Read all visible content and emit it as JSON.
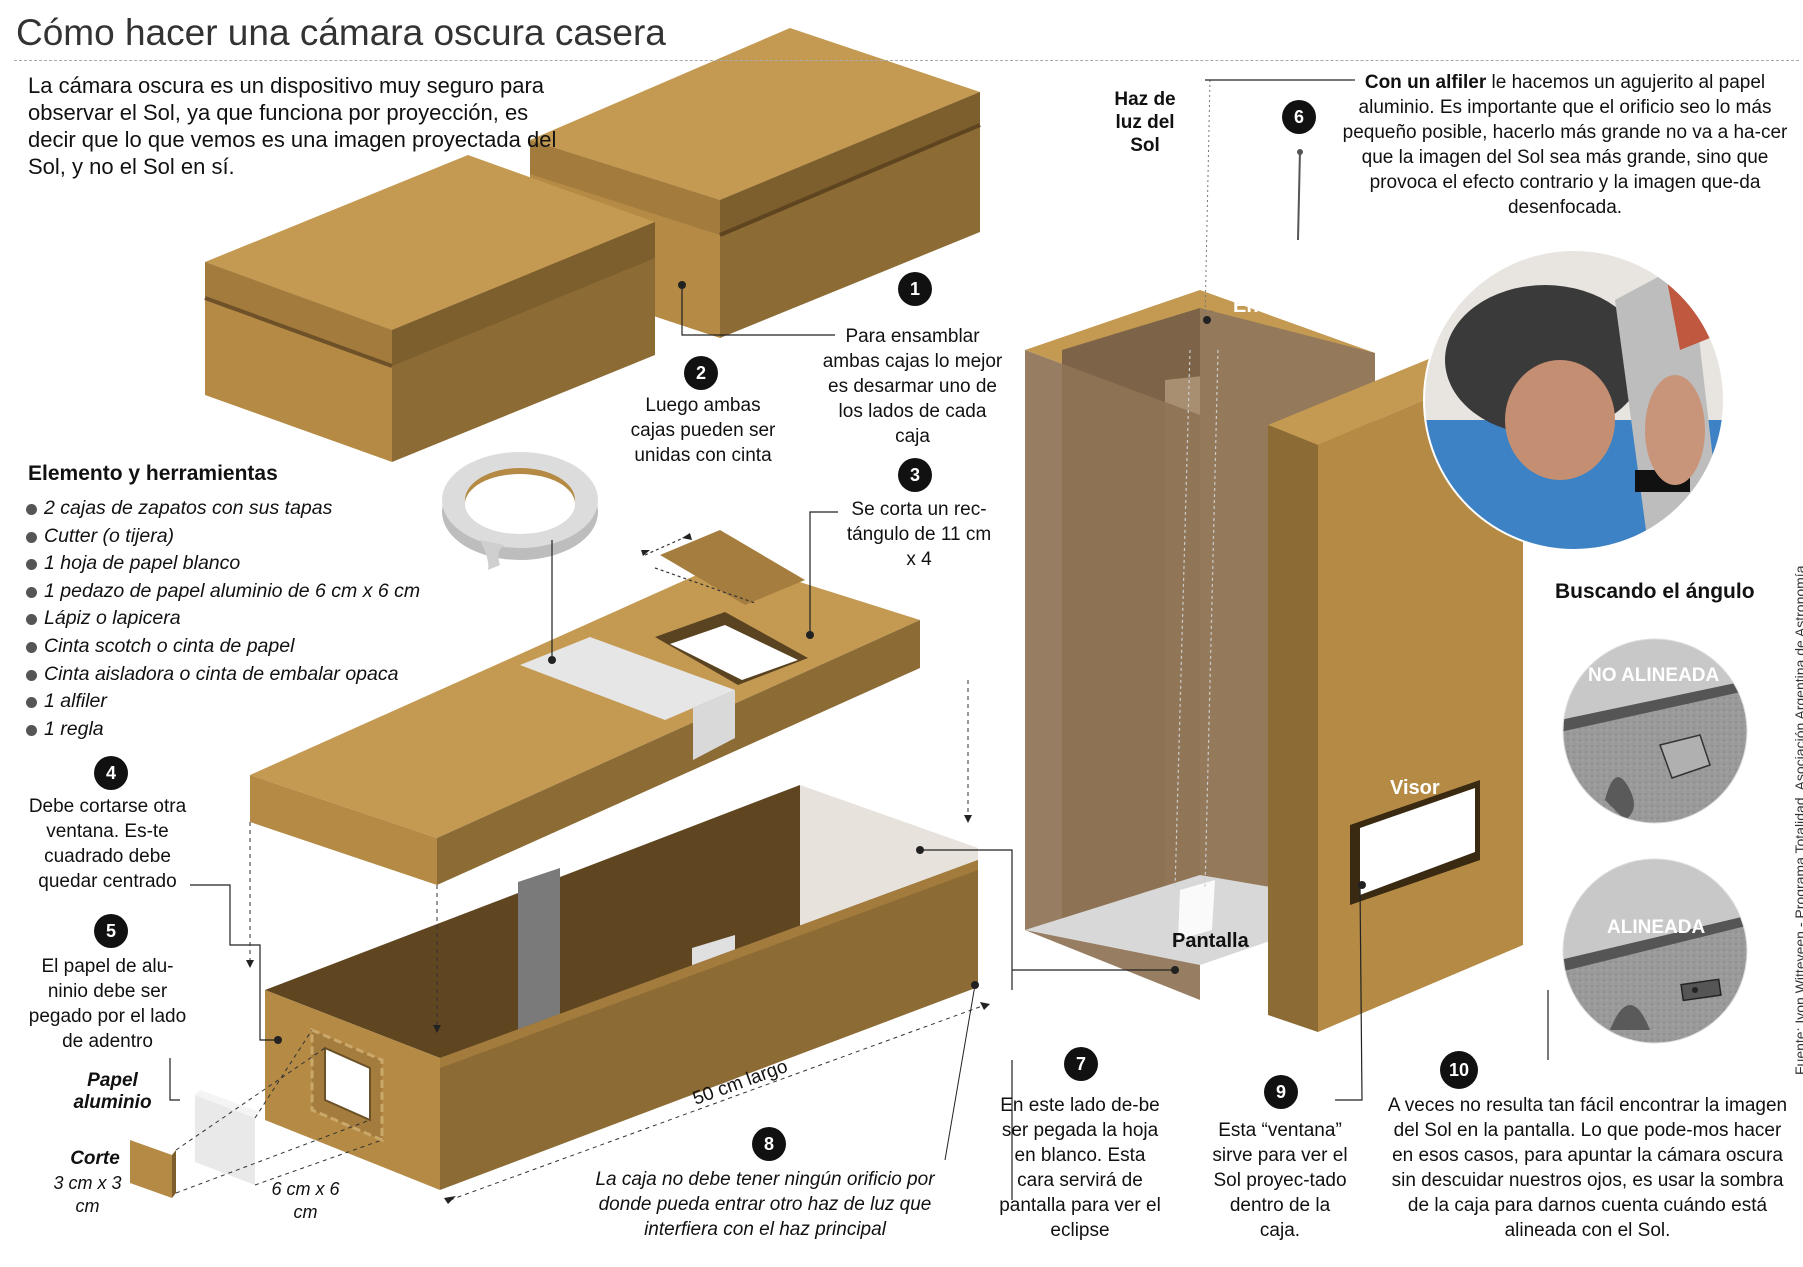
{
  "title": "Cómo hacer una cámara oscura casera",
  "intro": "La cámara oscura es un dispositivo muy seguro para observar el Sol, ya que funciona por proyección, es decir que lo que vemos es una imagen proyectada del Sol, y no el Sol en sí.",
  "tools": {
    "heading": "Elemento y herramientas",
    "items": [
      "2 cajas de zapatos con sus tapas",
      "Cutter (o tijera)",
      "1 hoja de papel blanco",
      "1 pedazo de papel aluminio de 6 cm x 6 cm",
      "Lápiz o lapicera",
      "Cinta scotch o cinta de papel",
      "Cinta aisladora o cinta de embalar opaca",
      "1 alfiler",
      "1 regla"
    ]
  },
  "steps": [
    {
      "num": "1",
      "text": "Para ensamblar ambas cajas lo mejor es desarmar uno de los lados de cada caja"
    },
    {
      "num": "2",
      "text": "Luego ambas cajas pueden ser unidas con cinta"
    },
    {
      "num": "3",
      "text": "Se corta un rec-tángulo de 11 cm x 4"
    },
    {
      "num": "4",
      "text": "Debe cortarse otra ventana. Es-te cuadrado debe quedar centrado"
    },
    {
      "num": "5",
      "text": "El papel de alu-ninio debe ser pegado por el lado de adentro"
    },
    {
      "num": "6",
      "lead": "Con un alfiler",
      "text": " le hacemos un agujerito al papel aluminio. Es importante que el orificio seo lo más pequeño posible, hacerlo más grande no va a ha-cer que la imagen del Sol sea más grande, sino que provoca el efecto contrario y la imagen que-da desenfocada."
    },
    {
      "num": "7",
      "text": "En este lado de-be ser pegada la hoja en blanco. Esta cara servirá de pantalla para ver el eclipse"
    },
    {
      "num": "8",
      "text": "La caja no debe tener ningún orificio por donde pueda entrar otro haz de luz que interfiera con el haz principal"
    },
    {
      "num": "9",
      "text": "Esta “ventana” sirve para ver el Sol proyec-tado dentro de la caja."
    },
    {
      "num": "10",
      "text": "A veces no resulta tan fácil encontrar la imagen del Sol en la pantalla. Lo que pode-mos hacer en esos casos, para apuntar la cámara oscura sin descuidar nuestros ojos, es usar la sombra de la caja para darnos cuenta cuándo está alineada con el Sol."
    }
  ],
  "labels": {
    "haz": "Haz de luz del Sol",
    "entrada": "Entrada",
    "pantalla": "Pantalla",
    "visor": "Visor",
    "papel": "Papel aluminio",
    "corte_title": "Corte",
    "corte_size": "3 cm x 3 cm",
    "foil_size": "6 cm x 6 cm",
    "largo": "50 cm largo",
    "buscando": "Buscando el ángulo",
    "no_alineada": "NO ALINEADA",
    "alineada": "ALINEADA"
  },
  "source": "Fuente: Ivon Witteveen - Programa Totalidad, Asociación Argentina de Astronomía",
  "colors": {
    "cardboard": "#b48a45",
    "cardboard_dark": "#8c6b35",
    "cardboard_top": "#c49a52",
    "interior": "#6b4f25"
  }
}
